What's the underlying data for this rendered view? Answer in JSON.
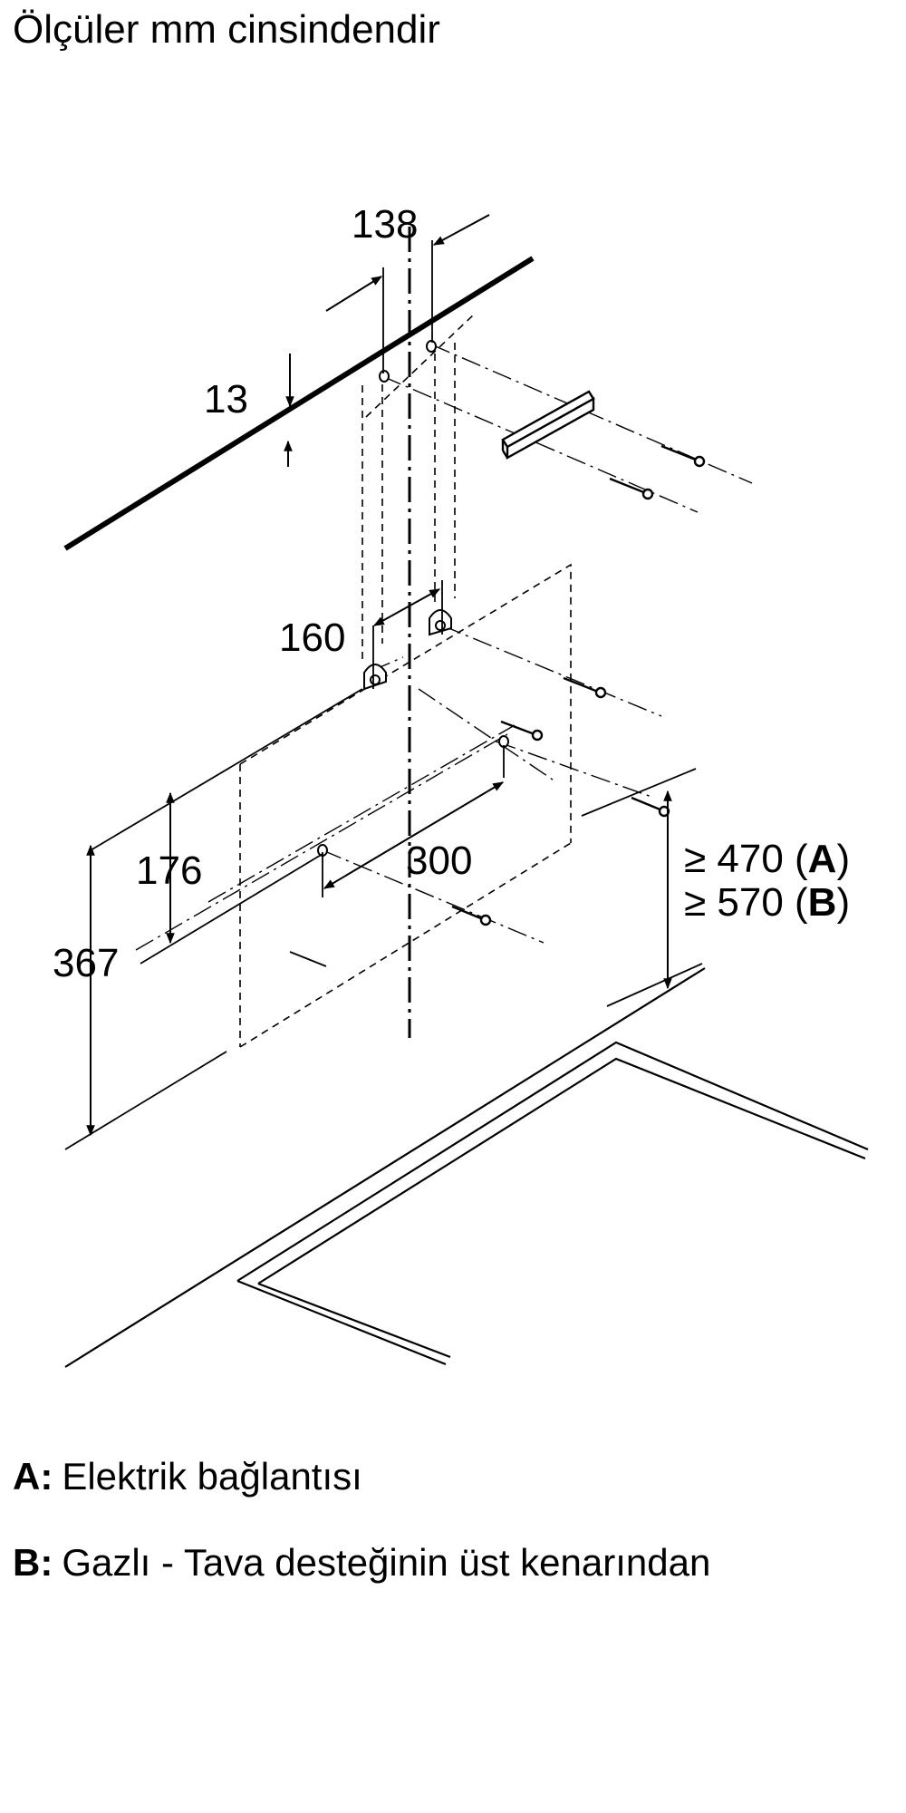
{
  "header": {
    "title": "Ölçüler mm cinsindendir"
  },
  "dimensions": {
    "d138": "138",
    "d13": "13",
    "d160": "160",
    "d176": "176",
    "d300": "300",
    "d367": "367",
    "hA_prefix": "≥ 470 (",
    "hA_letter": "A",
    "hA_suffix": ")",
    "hB_prefix": "≥ 570 (",
    "hB_letter": "B",
    "hB_suffix": ")"
  },
  "legend": [
    {
      "key": "A:",
      "text": "Elektrik bağlantısı"
    },
    {
      "key": "B:",
      "text": "Gazlı - Tava desteğinin üst kenarından"
    }
  ]
}
